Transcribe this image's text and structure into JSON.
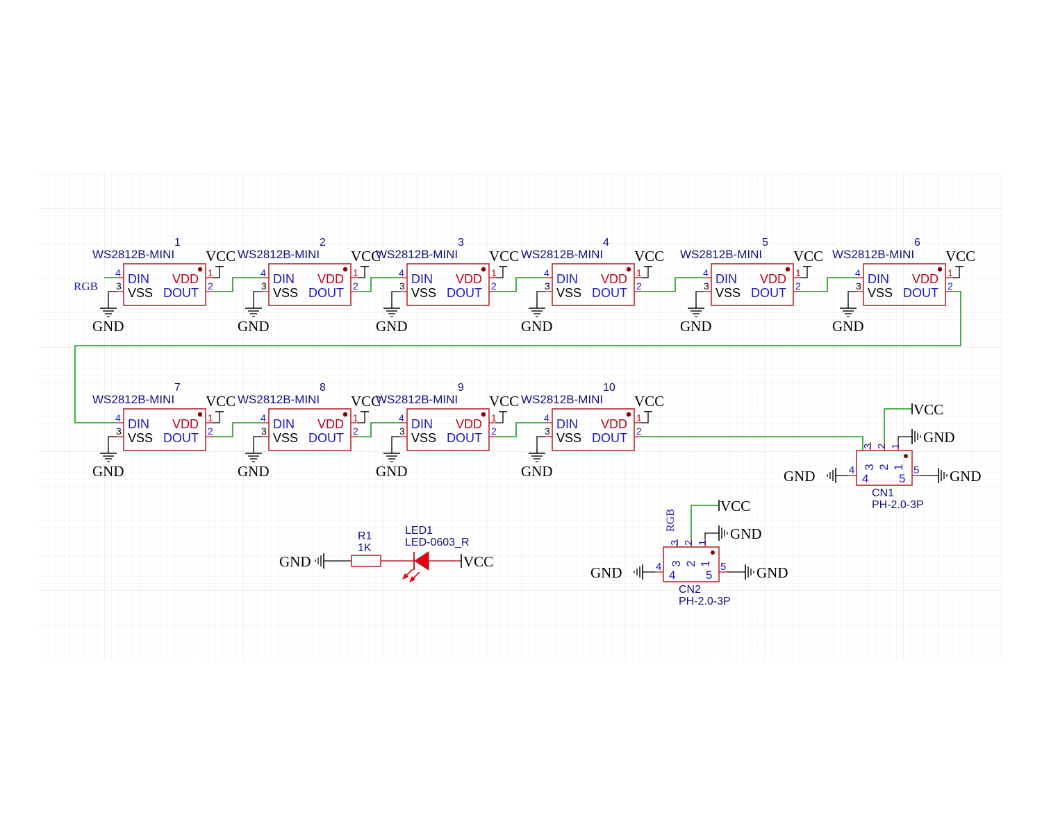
{
  "colors": {
    "wire": "#1a9b1a",
    "component": "#b8272e",
    "pin_label": "#c0001a",
    "pin_number": "#1a1ab8",
    "name_text": "#101080",
    "port_text": "#000000",
    "grid": "#e6e6e6",
    "pin_dot": "#8b0000",
    "led_fill": "#e0000f"
  },
  "leds": [
    {
      "index": "1",
      "part": "WS2812B-MINI",
      "din": "DIN",
      "vdd": "VDD",
      "vss": "VSS",
      "dout": "DOUT",
      "pins": [
        "4",
        "3",
        "1",
        "2"
      ],
      "vcc": "VCC",
      "gnd": "GND"
    },
    {
      "index": "2",
      "part": "WS2812B-MINI",
      "din": "DIN",
      "vdd": "VDD",
      "vss": "VSS",
      "dout": "DOUT",
      "pins": [
        "4",
        "3",
        "1",
        "2"
      ],
      "vcc": "VCC",
      "gnd": "GND"
    },
    {
      "index": "3",
      "part": "WS2812B-MINI",
      "din": "DIN",
      "vdd": "VDD",
      "vss": "VSS",
      "dout": "DOUT",
      "pins": [
        "4",
        "3",
        "1",
        "2"
      ],
      "vcc": "VCC",
      "gnd": "GND"
    },
    {
      "index": "4",
      "part": "WS2812B-MINI",
      "din": "DIN",
      "vdd": "VDD",
      "vss": "VSS",
      "dout": "DOUT",
      "pins": [
        "4",
        "3",
        "1",
        "2"
      ],
      "vcc": "VCC",
      "gnd": "GND"
    },
    {
      "index": "5",
      "part": "WS2812B-MINI",
      "din": "DIN",
      "vdd": "VDD",
      "vss": "VSS",
      "dout": "DOUT",
      "pins": [
        "4",
        "3",
        "1",
        "2"
      ],
      "vcc": "VCC",
      "gnd": "GND"
    },
    {
      "index": "6",
      "part": "WS2812B-MINI",
      "din": "DIN",
      "vdd": "VDD",
      "vss": "VSS",
      "dout": "DOUT",
      "pins": [
        "4",
        "3",
        "1",
        "2"
      ],
      "vcc": "VCC",
      "gnd": "GND"
    },
    {
      "index": "7",
      "part": "WS2812B-MINI",
      "din": "DIN",
      "vdd": "VDD",
      "vss": "VSS",
      "dout": "DOUT",
      "pins": [
        "4",
        "3",
        "1",
        "2"
      ],
      "vcc": "VCC",
      "gnd": "GND"
    },
    {
      "index": "8",
      "part": "WS2812B-MINI",
      "din": "DIN",
      "vdd": "VDD",
      "vss": "VSS",
      "dout": "DOUT",
      "pins": [
        "4",
        "3",
        "1",
        "2"
      ],
      "vcc": "VCC",
      "gnd": "GND"
    },
    {
      "index": "9",
      "part": "WS2812B-MINI",
      "din": "DIN",
      "vdd": "VDD",
      "vss": "VSS",
      "dout": "DOUT",
      "pins": [
        "4",
        "3",
        "1",
        "2"
      ],
      "vcc": "VCC",
      "gnd": "GND"
    },
    {
      "index": "10",
      "part": "WS2812B-MINI",
      "din": "DIN",
      "vdd": "VDD",
      "vss": "VSS",
      "dout": "DOUT",
      "pins": [
        "4",
        "3",
        "1",
        "2"
      ],
      "vcc": "VCC",
      "gnd": "GND"
    }
  ],
  "rgb_input_label": "RGB",
  "connectors": [
    {
      "designator": "CN1",
      "part": "PH-2.0-3P",
      "inner_pins": [
        "3",
        "2",
        "1",
        "4",
        "5"
      ],
      "outer_pins": [
        "3",
        "2",
        "1",
        "4",
        "5"
      ],
      "pin2_net": "VCC",
      "pin1_net": "GND",
      "pin4_net": "GND",
      "pin5_net": "GND",
      "pin3_net": ""
    },
    {
      "designator": "CN2",
      "part": "PH-2.0-3P",
      "inner_pins": [
        "3",
        "2",
        "1",
        "4",
        "5"
      ],
      "outer_pins": [
        "3",
        "2",
        "1",
        "4",
        "5"
      ],
      "pin2_net": "VCC",
      "pin1_net": "GND",
      "pin4_net": "GND",
      "pin5_net": "GND",
      "pin3_net": "RGB"
    }
  ],
  "resistor": {
    "designator": "R1",
    "value": "1K",
    "left_net": "GND"
  },
  "indicator_led": {
    "designator": "LED1",
    "part": "LED-0603_R",
    "right_net": "VCC"
  }
}
